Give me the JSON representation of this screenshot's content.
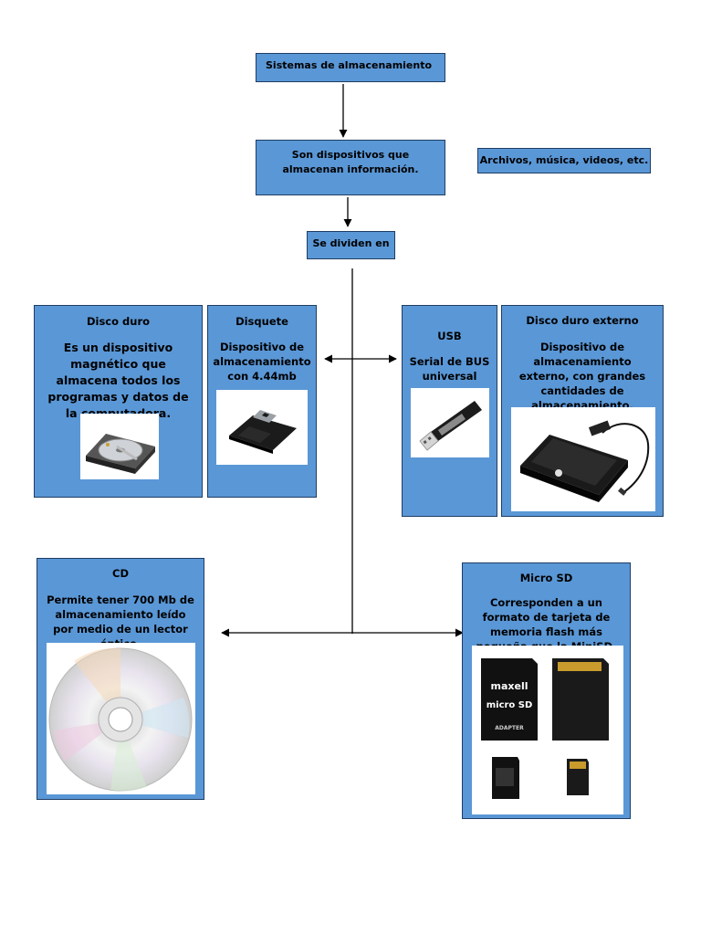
{
  "nodes": {
    "root": "Sistemas de almacenamiento",
    "definition": "Son dispositivos que almacenan información.",
    "examples": "Archivos, música, videos, etc.",
    "divide": "Se dividen en"
  },
  "devices": {
    "disco_duro": {
      "title": "Disco duro",
      "text": "Es un dispositivo magnético que almacena todos los programas y datos de la computadora."
    },
    "disquete": {
      "title": "Disquete",
      "text": "Dispositivo de almacenamiento con 4.44mb"
    },
    "usb": {
      "title": "USB",
      "text": "Serial de BUS universal"
    },
    "disco_externo": {
      "title": "Disco duro externo",
      "text": "Dispositivo de almacenamiento externo, con grandes cantidades de almacenamiento."
    },
    "cd": {
      "title": "CD",
      "text": "Permite tener 700 Mb de almacenamiento leído por medio de un lector óptico."
    },
    "microsd": {
      "title": "Micro SD",
      "text": "Corresponden a un formato de tarjeta de memoria flash más pequeña que la MiniSD."
    }
  },
  "microsd_labels": {
    "brand": "maxell",
    "product": "micro SD",
    "adapter": "ADAPTER"
  },
  "colors": {
    "box_fill": "#5a97d6",
    "box_border": "#1f3d63",
    "line": "#000000"
  }
}
